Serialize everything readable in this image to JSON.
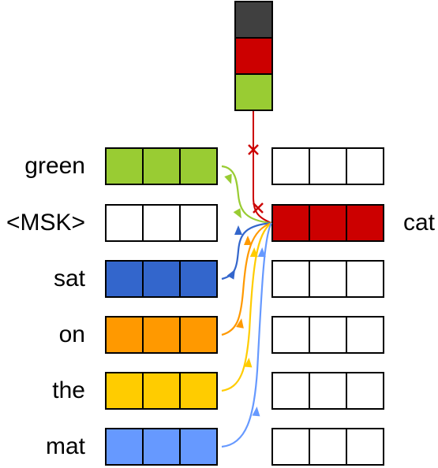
{
  "diagram": {
    "input_tokens": [
      {
        "word": "green",
        "color": "#99cc33"
      },
      {
        "word": "<MSK>",
        "color": "#ffffff"
      },
      {
        "word": "sat",
        "color": "#3366cc"
      },
      {
        "word": "on",
        "color": "#ff9900"
      },
      {
        "word": "the",
        "color": "#ffcc00"
      },
      {
        "word": "mat",
        "color": "#6699ff"
      }
    ],
    "output_label": "cat",
    "output_color": "#cc0000",
    "top_stack_colors": [
      "#404040",
      "#cc0000",
      "#99cc33"
    ],
    "blocked_color": "#cc0000"
  }
}
